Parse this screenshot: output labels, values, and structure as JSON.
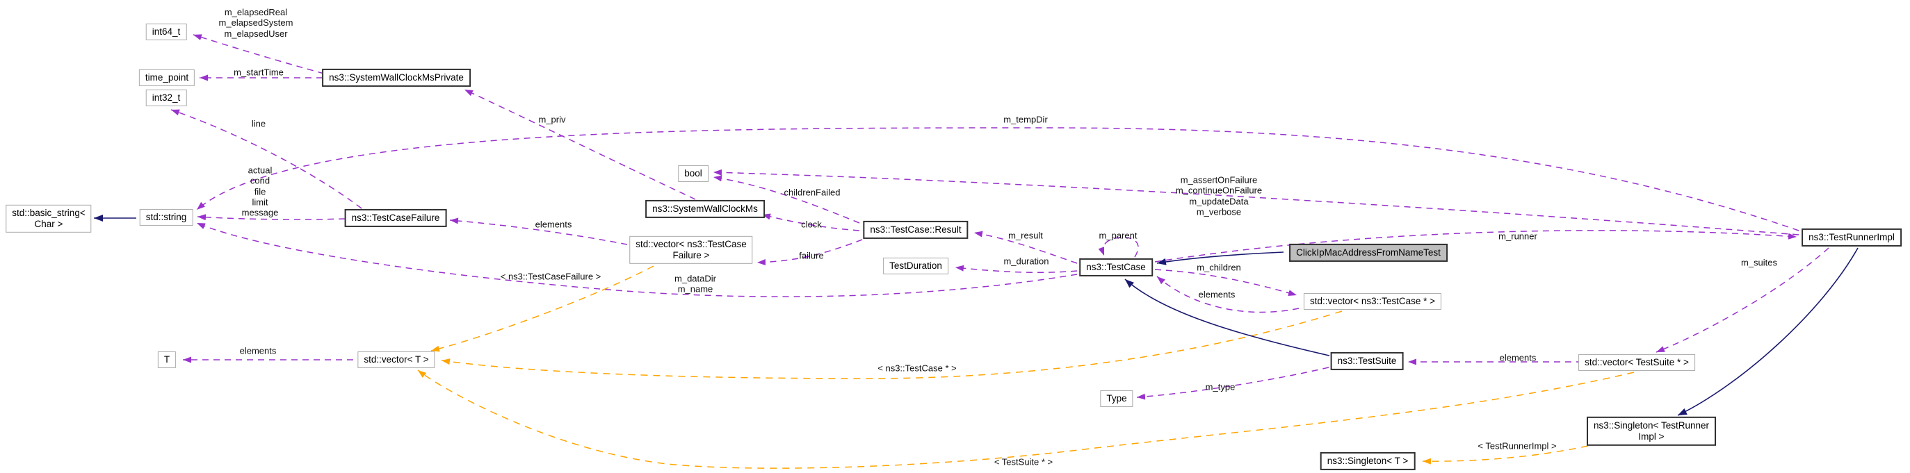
{
  "diagram": {
    "kind": "class-collaboration-graph",
    "subject": "ClickIpMacAddressFromNameTest",
    "colors": {
      "member_edge": "#9932cc",
      "template_edge": "#ffa500",
      "inheritance_edge": "#191970",
      "subject_fill": "#bebebe",
      "plain_border": "#a9a9a9",
      "bold_border": "#2f2f2f",
      "background": "#ffffff"
    }
  },
  "nodes": {
    "int64": {
      "label": "int64_t"
    },
    "time_point": {
      "label": "time_point"
    },
    "int32": {
      "label": "int32_t"
    },
    "basic_string": {
      "label": "std::basic_string<\nChar >"
    },
    "string": {
      "label": "std::string"
    },
    "tcf": {
      "label": "ns3::TestCaseFailure"
    },
    "swcmp": {
      "label": "ns3::SystemWallClockMsPrivate"
    },
    "bool": {
      "label": "bool"
    },
    "swcm": {
      "label": "ns3::SystemWallClockMs"
    },
    "vec_tcf": {
      "label": "std::vector< ns3::TestCase\nFailure >"
    },
    "result": {
      "label": "ns3::TestCase::Result"
    },
    "duration": {
      "label": "TestDuration"
    },
    "testcase": {
      "label": "ns3::TestCase"
    },
    "click": {
      "label": "ClickIpMacAddressFromNameTest"
    },
    "vec_tc": {
      "label": "std::vector< ns3::TestCase * >"
    },
    "t": {
      "label": "T"
    },
    "vec_t": {
      "label": "std::vector< T >"
    },
    "testsuite": {
      "label": "ns3::TestSuite"
    },
    "type": {
      "label": "Type"
    },
    "vec_ts": {
      "label": "std::vector< TestSuite * >"
    },
    "tri": {
      "label": "ns3::TestRunnerImpl"
    },
    "singleton_tri": {
      "label": "ns3::Singleton< TestRunner\nImpl >"
    },
    "singleton_t": {
      "label": "ns3::Singleton< T >"
    }
  },
  "labels": {
    "elapsed": {
      "text": "m_elapsedReal\nm_elapsedSystem\nm_elapsedUser"
    },
    "start_time": {
      "text": "m_startTime"
    },
    "line": {
      "text": "line"
    },
    "actual": {
      "text": "actual\ncond\nfile\nlimit\nmessage"
    },
    "priv": {
      "text": "m_priv"
    },
    "temp_dir": {
      "text": "m_tempDir"
    },
    "flags": {
      "text": "m_assertOnFailure\nm_continueOnFailure\nm_updateData\nm_verbose"
    },
    "children_failed": {
      "text": "childrenFailed"
    },
    "clock": {
      "text": "clock"
    },
    "failure": {
      "text": "failure"
    },
    "result": {
      "text": "m_result"
    },
    "duration": {
      "text": "m_duration"
    },
    "elements_tcf": {
      "text": "elements"
    },
    "tmpl_tcf": {
      "text": "< ns3::TestCaseFailure >"
    },
    "data_dir": {
      "text": "m_dataDir\nm_name"
    },
    "parent": {
      "text": "m_parent"
    },
    "children": {
      "text": "m_children"
    },
    "elements_tc": {
      "text": "elements"
    },
    "runner": {
      "text": "m_runner"
    },
    "suites": {
      "text": "m_suites"
    },
    "elements_t": {
      "text": "elements"
    },
    "tmpl_tc": {
      "text": "< ns3::TestCase * >"
    },
    "elements_ts": {
      "text": "elements"
    },
    "type": {
      "text": "m_type"
    },
    "tmpl_ts": {
      "text": "< TestSuite * >"
    },
    "tmpl_tri": {
      "text": "< TestRunnerImpl >"
    }
  }
}
